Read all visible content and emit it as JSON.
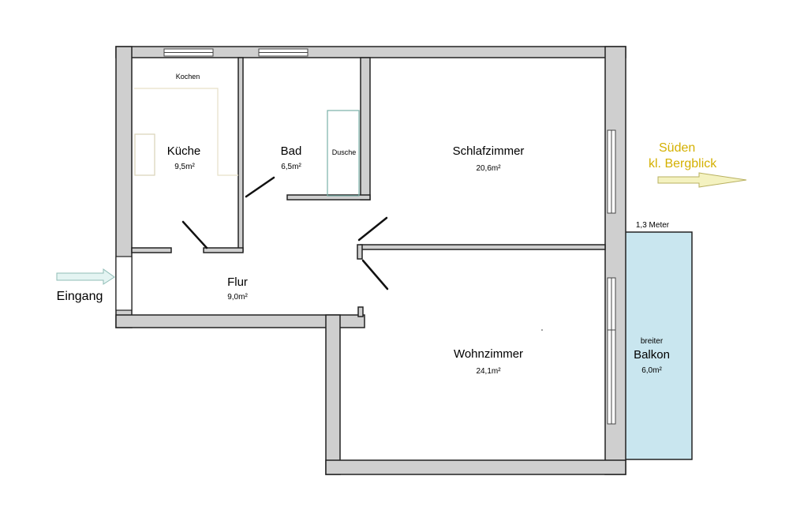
{
  "rooms": {
    "kueche": {
      "name": "Küche",
      "area": "9,5m²",
      "note": "Kochen"
    },
    "bad": {
      "name": "Bad",
      "area": "6,5m²",
      "shower": "Dusche"
    },
    "schlafzimmer": {
      "name": "Schlafzimmer",
      "area": "20,6m²"
    },
    "flur": {
      "name": "Flur",
      "area": "9,0m²"
    },
    "wohnzimmer": {
      "name": "Wohnzimmer",
      "area": "24,1m²"
    },
    "balkon": {
      "prefix": "breiter",
      "name": "Balkon",
      "area": "6,0m²",
      "depth": "1,3 Meter"
    }
  },
  "entrance": {
    "label": "Eingang"
  },
  "orientation": {
    "line1": "Süden",
    "line2": "kl. Bergblick"
  },
  "colors": {
    "wall_fill": "#cfcfcf",
    "wall_stroke": "#222222",
    "balcony": "#c9e6ef",
    "arrow": "#f4f2c0",
    "arrow_stroke": "#b8b060",
    "entrance_arrow": "#e4f4f2",
    "entrance_arrow_stroke": "#8fbcb6",
    "orientation_text": "#d4b000",
    "shower": "#7ab0a8"
  }
}
